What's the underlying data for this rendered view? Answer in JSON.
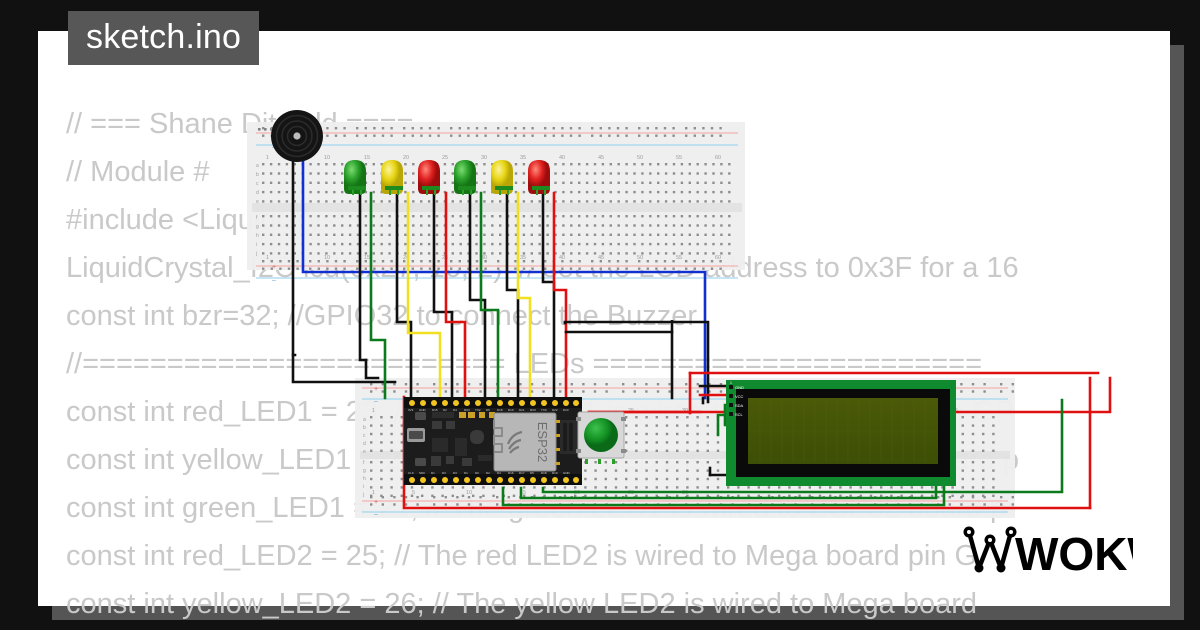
{
  "window": {
    "background_color": "#111111",
    "card_color": "#ffffff",
    "shadow_color": "#555555"
  },
  "tab": {
    "label": "sketch.ino",
    "background_color": "#575757",
    "text_color": "#ffffff"
  },
  "editor": {
    "text_color": "#c9c9c9",
    "lines": [
      "// === Shane Ditzfeld ====",
      "// Module #",
      "#include <LiquidCrystal_I2C.h>",
      "LiquidCrystal_I2C lcd(0x27, 16, 2); // set the LCD address to 0x3F for a 16",
      "const int bzr=32; //GPIO32 to connect the Buzzer",
      "//========================= LEDs =======================",
      "const int red_LED1 = 23; // The red LED1 is wired to ESP32 board pin GP",
      "const int yellow_LED1 = 22; // The yellow LED1 is wired to ESP32 board p",
      "const int green_LED1 = 21; // The green LED1 is wired to ESP32 board p",
      "const int red_LED2 = 25; // The red LED2 is wired to Mega board pin G",
      "const int yellow_LED2 = 26; // The yellow LED2 is wired to Mega board"
    ]
  },
  "circuit": {
    "components": [
      {
        "name": "breadboard-top",
        "type": "breadboard",
        "label": "Breadboard"
      },
      {
        "name": "breadboard-bottom",
        "type": "breadboard",
        "label": "Breadboard"
      },
      {
        "name": "buzzer",
        "type": "buzzer",
        "label": "Buzzer"
      },
      {
        "name": "esp32-board",
        "type": "microcontroller",
        "label": "ESP32"
      },
      {
        "name": "pushbutton",
        "type": "pushbutton",
        "label": "Pushbutton",
        "color": "#1e9e2e"
      },
      {
        "name": "lcd1602",
        "type": "lcd",
        "label": "LCD1602 I2C",
        "pins": [
          "GND",
          "VCC",
          "SDA",
          "SCL"
        ]
      }
    ],
    "leds": [
      {
        "color": "#2aa02a",
        "name": "green-led-1"
      },
      {
        "color": "#e8d515",
        "name": "yellow-led-1"
      },
      {
        "color": "#e02020",
        "name": "red-led-1"
      },
      {
        "color": "#2aa02a",
        "name": "green-led-2"
      },
      {
        "color": "#e8d515",
        "name": "yellow-led-2"
      },
      {
        "color": "#e02020",
        "name": "red-led-2"
      }
    ],
    "wire_colors": {
      "black": "#101010",
      "red": "#e01010",
      "green": "#0a7a1a",
      "yellow": "#f0e020",
      "blue": "#1030d0"
    },
    "board_label": "ESP32",
    "breadboard_ruler_top": [
      "1",
      "10",
      "15",
      "20",
      "25",
      "30",
      "35",
      "40",
      "45",
      "50",
      "55",
      "60"
    ],
    "breadboard_ruler_bottom": [
      "1",
      "5",
      "10",
      "15",
      "20",
      "25",
      "30"
    ]
  },
  "logo": {
    "text": "WOKWI",
    "color": "#000000"
  }
}
